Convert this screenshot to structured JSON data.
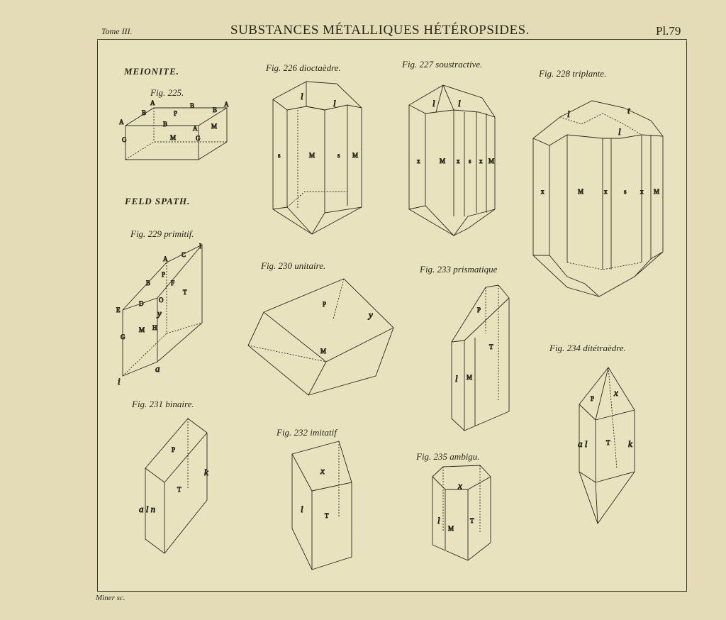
{
  "header": {
    "tome": "Tome III.",
    "title": "SUBSTANCES MÉTALLIQUES HÉTÉROPSIDES.",
    "plate": "Pl.79"
  },
  "sections": {
    "meionite": "MEIONITE.",
    "feldspath": "FELD SPATH."
  },
  "figures": [
    {
      "caption": "Fig. 225.",
      "labels": [
        "A",
        "B",
        "B",
        "A",
        "A",
        "B",
        "P",
        "B",
        "A",
        "M",
        "M",
        "G",
        "G"
      ]
    },
    {
      "caption": "Fig. 226 dioctaèdre.",
      "labels": [
        "l",
        "l",
        "s",
        "M",
        "s",
        "M"
      ]
    },
    {
      "caption": "Fig. 227 soustractive.",
      "labels": [
        "l",
        "l",
        "x",
        "M",
        "x",
        "s",
        "x",
        "M"
      ]
    },
    {
      "caption": "Fig. 228 triplante.",
      "labels": [
        "l",
        "l",
        "t",
        "x",
        "M",
        "x",
        "s",
        "x",
        "M"
      ]
    },
    {
      "caption": "Fig. 229 primitif.",
      "labels": [
        "I",
        "A",
        "C",
        "P",
        "B",
        "F",
        "T",
        "E",
        "D",
        "O",
        "y",
        "M",
        "H",
        "G",
        "a",
        "i"
      ]
    },
    {
      "caption": "Fig. 230 unitaire.",
      "labels": [
        "P",
        "y",
        "M"
      ]
    },
    {
      "caption": "Fig. 231 binaire.",
      "labels": [
        "P",
        "k",
        "T",
        "a l n"
      ]
    },
    {
      "caption": "Fig. 232 imitatif",
      "labels": [
        "x",
        "l",
        "T"
      ]
    },
    {
      "caption": "Fig. 233 prismatique",
      "labels": [
        "P",
        "T",
        "l",
        "M"
      ]
    },
    {
      "caption": "Fig. 234 ditétraèdre.",
      "labels": [
        "P",
        "x",
        "a l",
        "T",
        "k"
      ]
    },
    {
      "caption": "Fig. 235 ambigu.",
      "labels": [
        "x",
        "l",
        "M",
        "T"
      ]
    }
  ],
  "engraver": "Miner sc."
}
